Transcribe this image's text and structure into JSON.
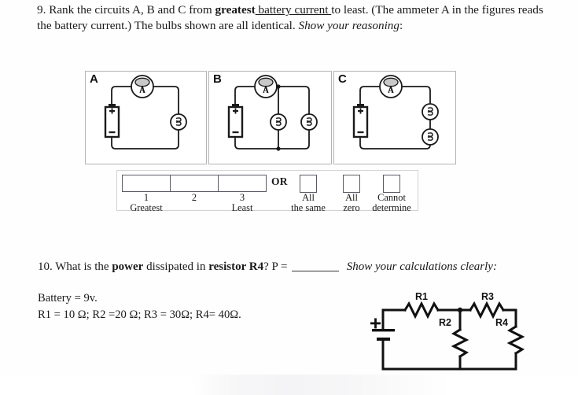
{
  "question9": {
    "number": "9.",
    "text_part1": "Rank the circuits A, B and C from ",
    "bold1": "greatest",
    "underlined": " battery current ",
    "text_part2": "to least. (The ammeter A in the figures reads the battery current.) The bulbs shown are all identical. ",
    "italic_tail": "Show your reasoning",
    "colon": ":"
  },
  "circuits": {
    "panels": [
      {
        "label": "A",
        "description": "battery in series with ammeter and one bulb",
        "bulb_count": 1,
        "arrangement": "single"
      },
      {
        "label": "B",
        "description": "battery in series with ammeter and two bulbs in parallel",
        "bulb_count": 2,
        "arrangement": "parallel"
      },
      {
        "label": "C",
        "description": "battery in series with ammeter and two bulbs in series",
        "bulb_count": 2,
        "arrangement": "series"
      }
    ],
    "symbols": {
      "ammeter_letter": "A",
      "battery_plus": "+",
      "battery_minus": "–"
    }
  },
  "answer_row": {
    "rank_boxes": [
      {
        "number": "1",
        "sublabel": "Greatest"
      },
      {
        "number": "2",
        "sublabel": ""
      },
      {
        "number": "3",
        "sublabel": "Least"
      }
    ],
    "or_label": "OR",
    "checkboxes": [
      {
        "line1": "All",
        "line2": "the same"
      },
      {
        "line1": "All",
        "line2": "zero"
      },
      {
        "line1": "Cannot",
        "line2": "determine"
      }
    ]
  },
  "question10": {
    "number": "10.",
    "text_part1": "What is the ",
    "bold1": "power",
    "text_part2": " dissipated in ",
    "bold2": "resistor R4",
    "text_part3": "?  P = ",
    "italic_tail": "Show your calculations clearly:"
  },
  "givens": {
    "line1": "Battery = 9v.",
    "line2": "R1 = 10 Ω; R2 =20 Ω; R3 = 30Ω; R4= 40Ω."
  },
  "resistor_network": {
    "labels": {
      "r1": "R1",
      "r2": "R2",
      "r3": "R3",
      "r4": "R4",
      "battery_plus": "+"
    }
  },
  "colors": {
    "ink": "#111111",
    "panel_border": "#b4b4b4",
    "box_border": "#5a5a66",
    "ammeter_dial": "#c8c8c8",
    "page_bg": "#ffffff"
  }
}
